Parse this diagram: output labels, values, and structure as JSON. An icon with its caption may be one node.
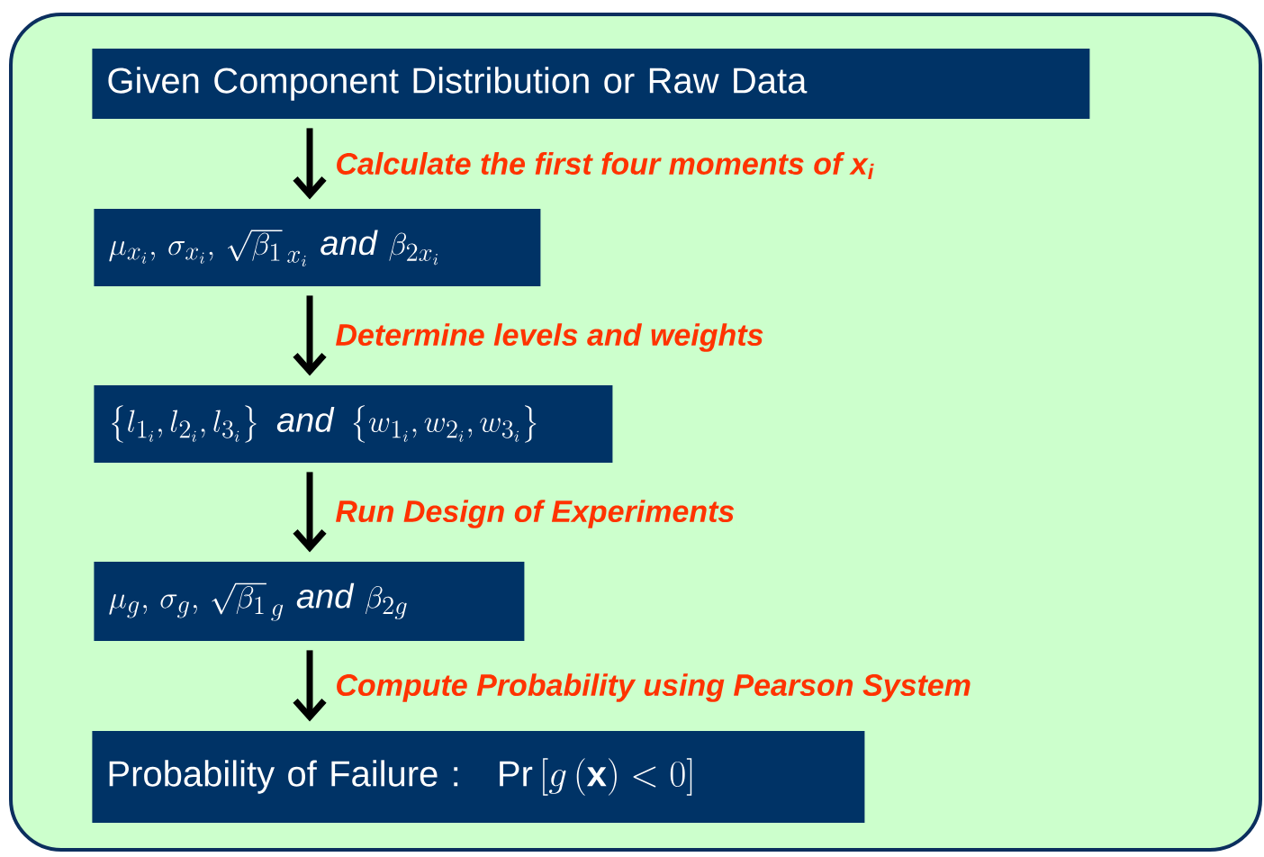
{
  "diagram": {
    "nodes": [
      {
        "text": [],
        "shape": "box"
      },
      {
        "text": [
          "Given Component Distribution or Raw Data"
        ],
        "in": 0
      },
      {
        "text": [
          "\\mu_{x_i},\\,\\sigma_{x_i},\\,\\sqrt{\\beta_1}_{\\,x_i}\\ \\mathit{and}\\ \\beta_{2x_i}"
        ],
        "in": 0
      },
      {
        "text": [
          "\\left\\{l_{1_i},l_{2_i},l_{3_i}\\right\\}\\ \\mathit{and}\\ \\left\\{w_{1_i},w_{2_i},w_{3_i}\\right\\}"
        ],
        "in": 0
      },
      {
        "text": [
          "\\mu_{g},\\,\\sigma_{g},\\,\\sqrt{\\beta_1}_{\\,g}\\ \\mathit{and}\\ \\beta_{2g}"
        ],
        "in": 0
      },
      {
        "text": [
          "Probability of Failure :",
          "\\Pr\\left[g\\left(\\mathbf{x}\\right)<0\\right]"
        ],
        "in": 0
      }
    ],
    "edges": [
      {
        "from": 1,
        "to": 2,
        "arrow": "to",
        "label": "Calculate the first four moments of x$_{i}$"
      },
      {
        "from": 2,
        "to": 3,
        "arrow": "to",
        "label": "Determine levels and weights"
      },
      {
        "from": 3,
        "to": 4,
        "arrow": "to",
        "label": "Run Design of Experiments"
      },
      {
        "from": 4,
        "to": 5,
        "arrow": "to",
        "label": "Compute Probability using Pearson System"
      }
    ]
  }
}
